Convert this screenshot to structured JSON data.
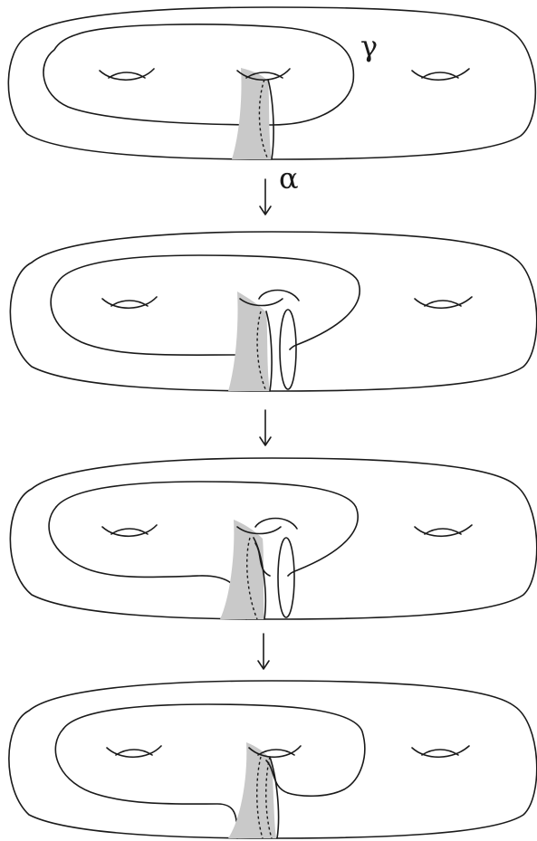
{
  "labels": {
    "gamma": "γ",
    "alpha": "α"
  },
  "stages": [
    {
      "name": "surface-stage-1"
    },
    {
      "name": "surface-stage-2"
    },
    {
      "name": "surface-stage-3"
    },
    {
      "name": "surface-stage-4"
    }
  ],
  "colors": {
    "line": "#1a1a1a",
    "shade": "#c9c9c9",
    "background": "#ffffff"
  }
}
